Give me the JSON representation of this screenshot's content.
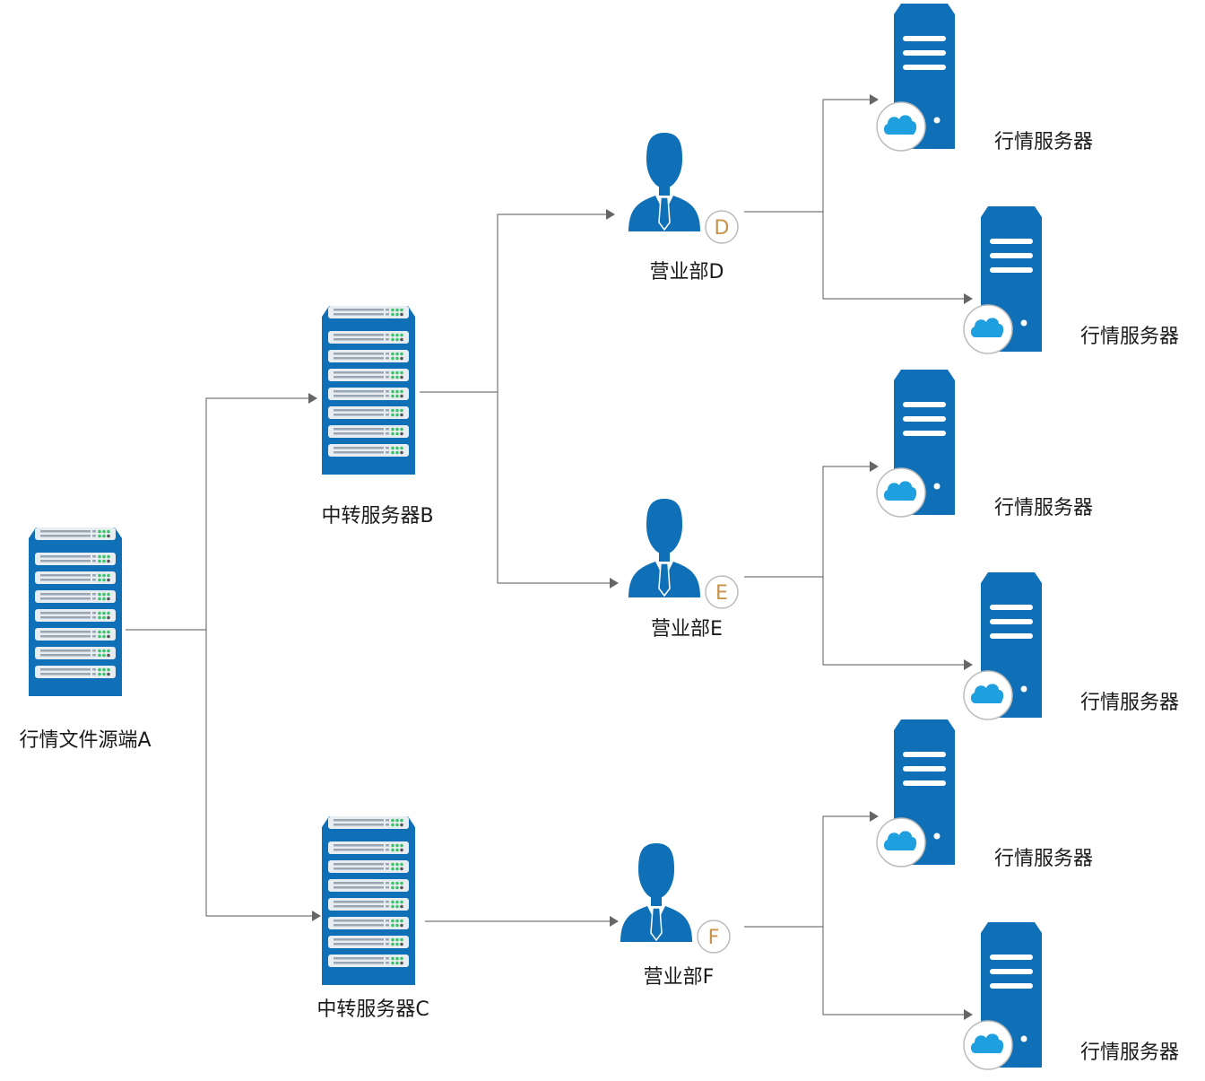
{
  "colors": {
    "server_blue": "#0f70b7",
    "server_dark": "#0a5a96",
    "rack_slot": "#e8edf2",
    "led_green": "#3cc46a",
    "cloud_blue": "#1ea0e0",
    "badge_text": "#c9924a",
    "connector": "#777777"
  },
  "nodes": {
    "source": {
      "label": "行情文件源端A",
      "icon": "rack-server-icon"
    },
    "relay_b": {
      "label": "中转服务器B",
      "icon": "rack-server-icon"
    },
    "relay_c": {
      "label": "中转服务器C",
      "icon": "rack-server-icon"
    },
    "branch_d": {
      "label": "营业部D",
      "badge": "D",
      "icon": "person-icon"
    },
    "branch_e": {
      "label": "营业部E",
      "badge": "E",
      "icon": "person-icon"
    },
    "branch_f": {
      "label": "营业部F",
      "badge": "F",
      "icon": "person-icon"
    },
    "quote_servers": [
      {
        "label": "行情服务器",
        "icon": "cloud-server-icon"
      },
      {
        "label": "行情服务器",
        "icon": "cloud-server-icon"
      },
      {
        "label": "行情服务器",
        "icon": "cloud-server-icon"
      },
      {
        "label": "行情服务器",
        "icon": "cloud-server-icon"
      },
      {
        "label": "行情服务器",
        "icon": "cloud-server-icon"
      },
      {
        "label": "行情服务器",
        "icon": "cloud-server-icon"
      }
    ]
  }
}
